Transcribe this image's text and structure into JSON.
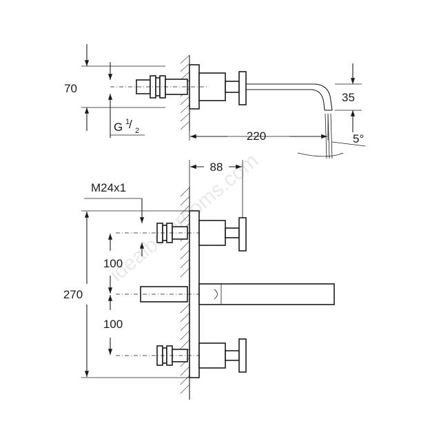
{
  "watermark": "idealbathrooms.com",
  "dimensions": {
    "height_70": "70",
    "thread_g": "G",
    "thread_sup": "1",
    "thread_sub": "2",
    "projection_220": "220",
    "outlet_35": "35",
    "angle_5": "5°",
    "depth_88": "88",
    "thread_m24": "M24x1",
    "spacing_upper": "100",
    "spacing_lower": "100",
    "total_270": "270"
  }
}
